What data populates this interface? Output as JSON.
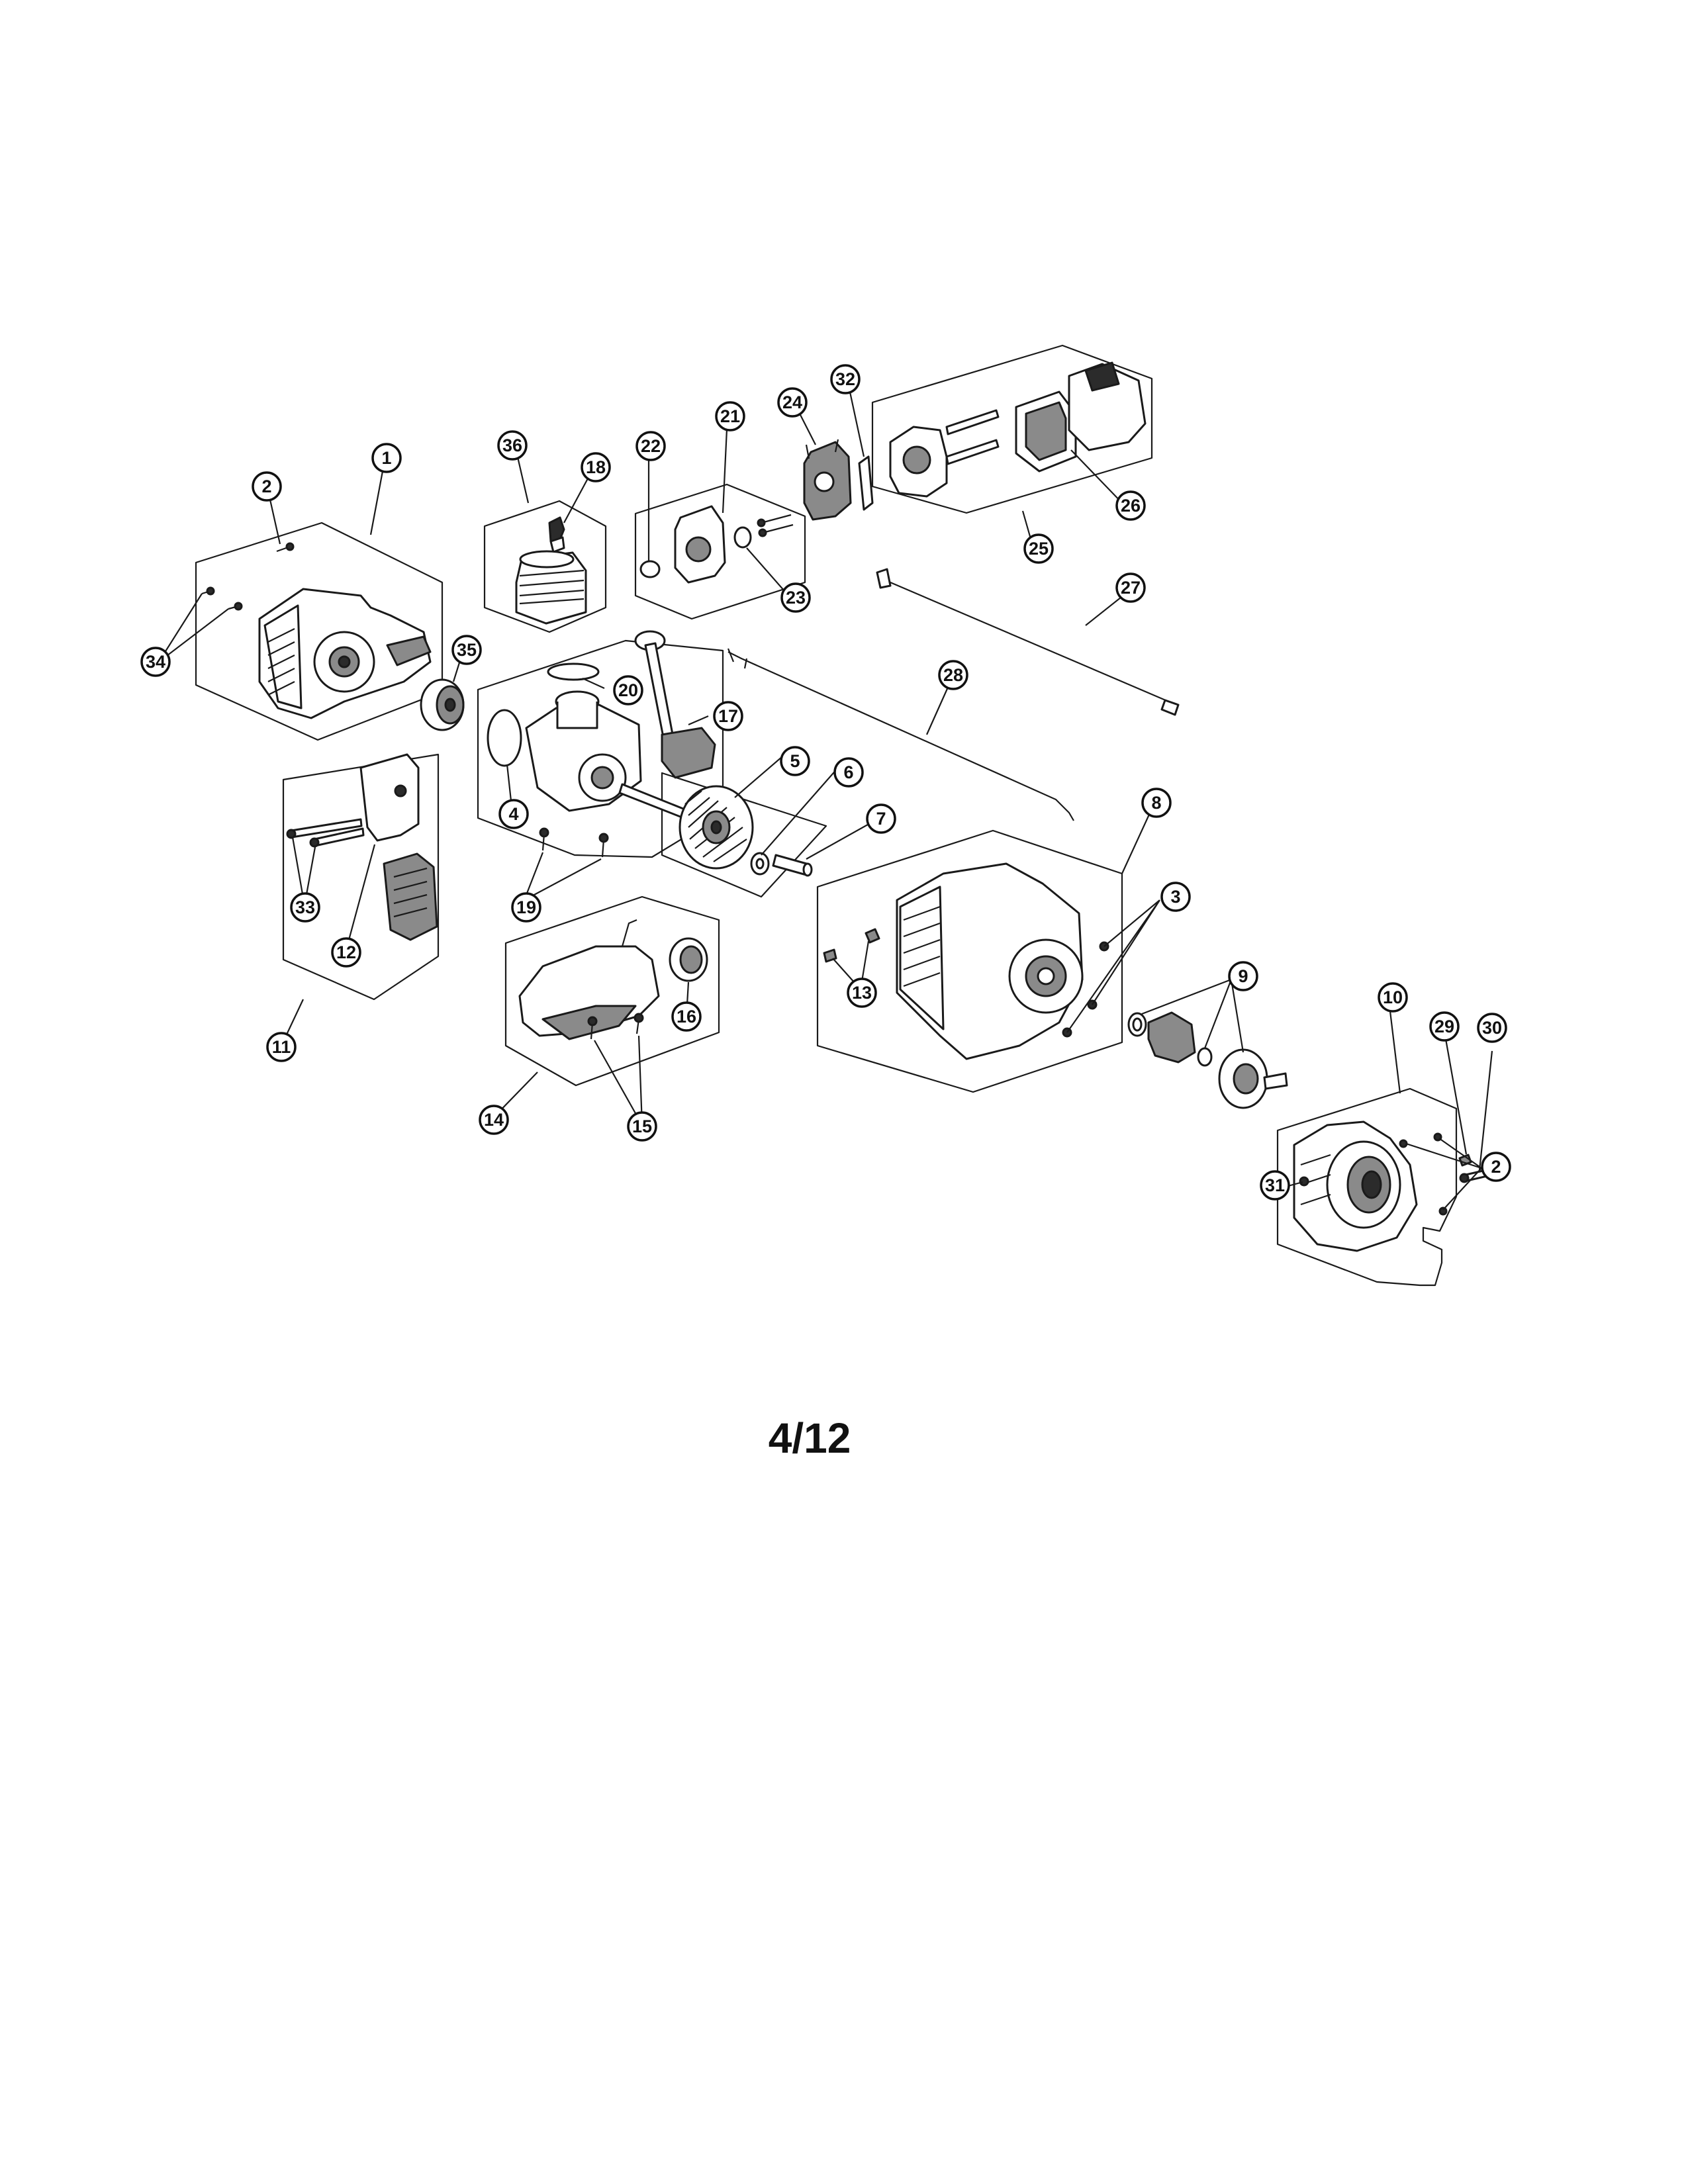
{
  "page_number": "4/12",
  "callouts": {
    "c1": "1",
    "c2a": "2",
    "c2b": "2",
    "c3": "3",
    "c4": "4",
    "c5": "5",
    "c6": "6",
    "c7": "7",
    "c8": "8",
    "c9": "9",
    "c10": "10",
    "c11": "11",
    "c12": "12",
    "c13": "13",
    "c14": "14",
    "c15": "15",
    "c16": "16",
    "c17": "17",
    "c18": "18",
    "c19": "19",
    "c20": "20",
    "c21": "21",
    "c22": "22",
    "c23": "23",
    "c24": "24",
    "c25": "25",
    "c26": "26",
    "c27": "27",
    "c28": "28",
    "c29": "29",
    "c30": "30",
    "c31": "31",
    "c32": "32",
    "c33": "33",
    "c34": "34",
    "c35": "35",
    "c36": "36"
  }
}
